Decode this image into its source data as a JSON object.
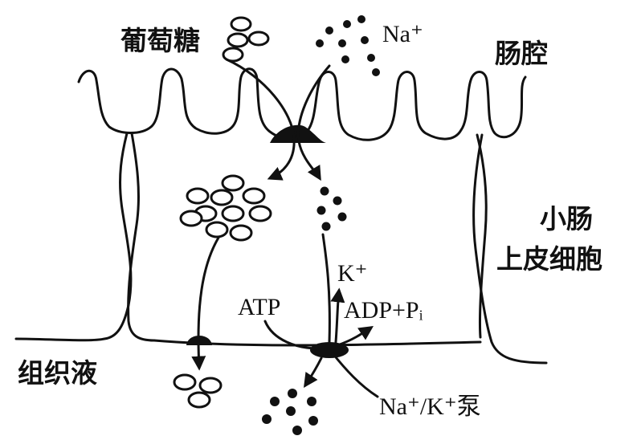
{
  "labels": {
    "glucose": "葡萄糖",
    "sodium": "Na⁺",
    "lumen": "肠腔",
    "cell_line1": "小肠",
    "cell_line2": "上皮细胞",
    "potassium": "K⁺",
    "atp": "ATP",
    "adp": "ADP+Pᵢ",
    "tissue_fluid": "组织液",
    "pump": "Na⁺/K⁺泵"
  },
  "colors": {
    "ink": "#111111",
    "background": "#ffffff"
  }
}
